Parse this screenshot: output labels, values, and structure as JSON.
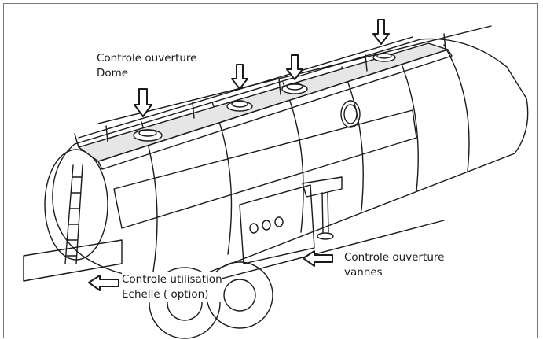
{
  "labels": {
    "dome": {
      "line1": "Controle ouverture",
      "line2": "Dome"
    },
    "vannes": {
      "line1": "Controle ouverture",
      "line2": "vannes"
    },
    "echelle": {
      "line1": "Controle utilisation",
      "line2": "Echelle ( option)"
    }
  },
  "icons": {
    "dome_markers": [
      "down-arrow-icon",
      "down-arrow-icon",
      "down-arrow-icon",
      "down-arrow-icon"
    ],
    "vannes_marker": "left-arrow-icon",
    "echelle_marker": "left-arrow-icon"
  },
  "colors": {
    "line": "#1a1a1a",
    "background": "#ffffff"
  }
}
